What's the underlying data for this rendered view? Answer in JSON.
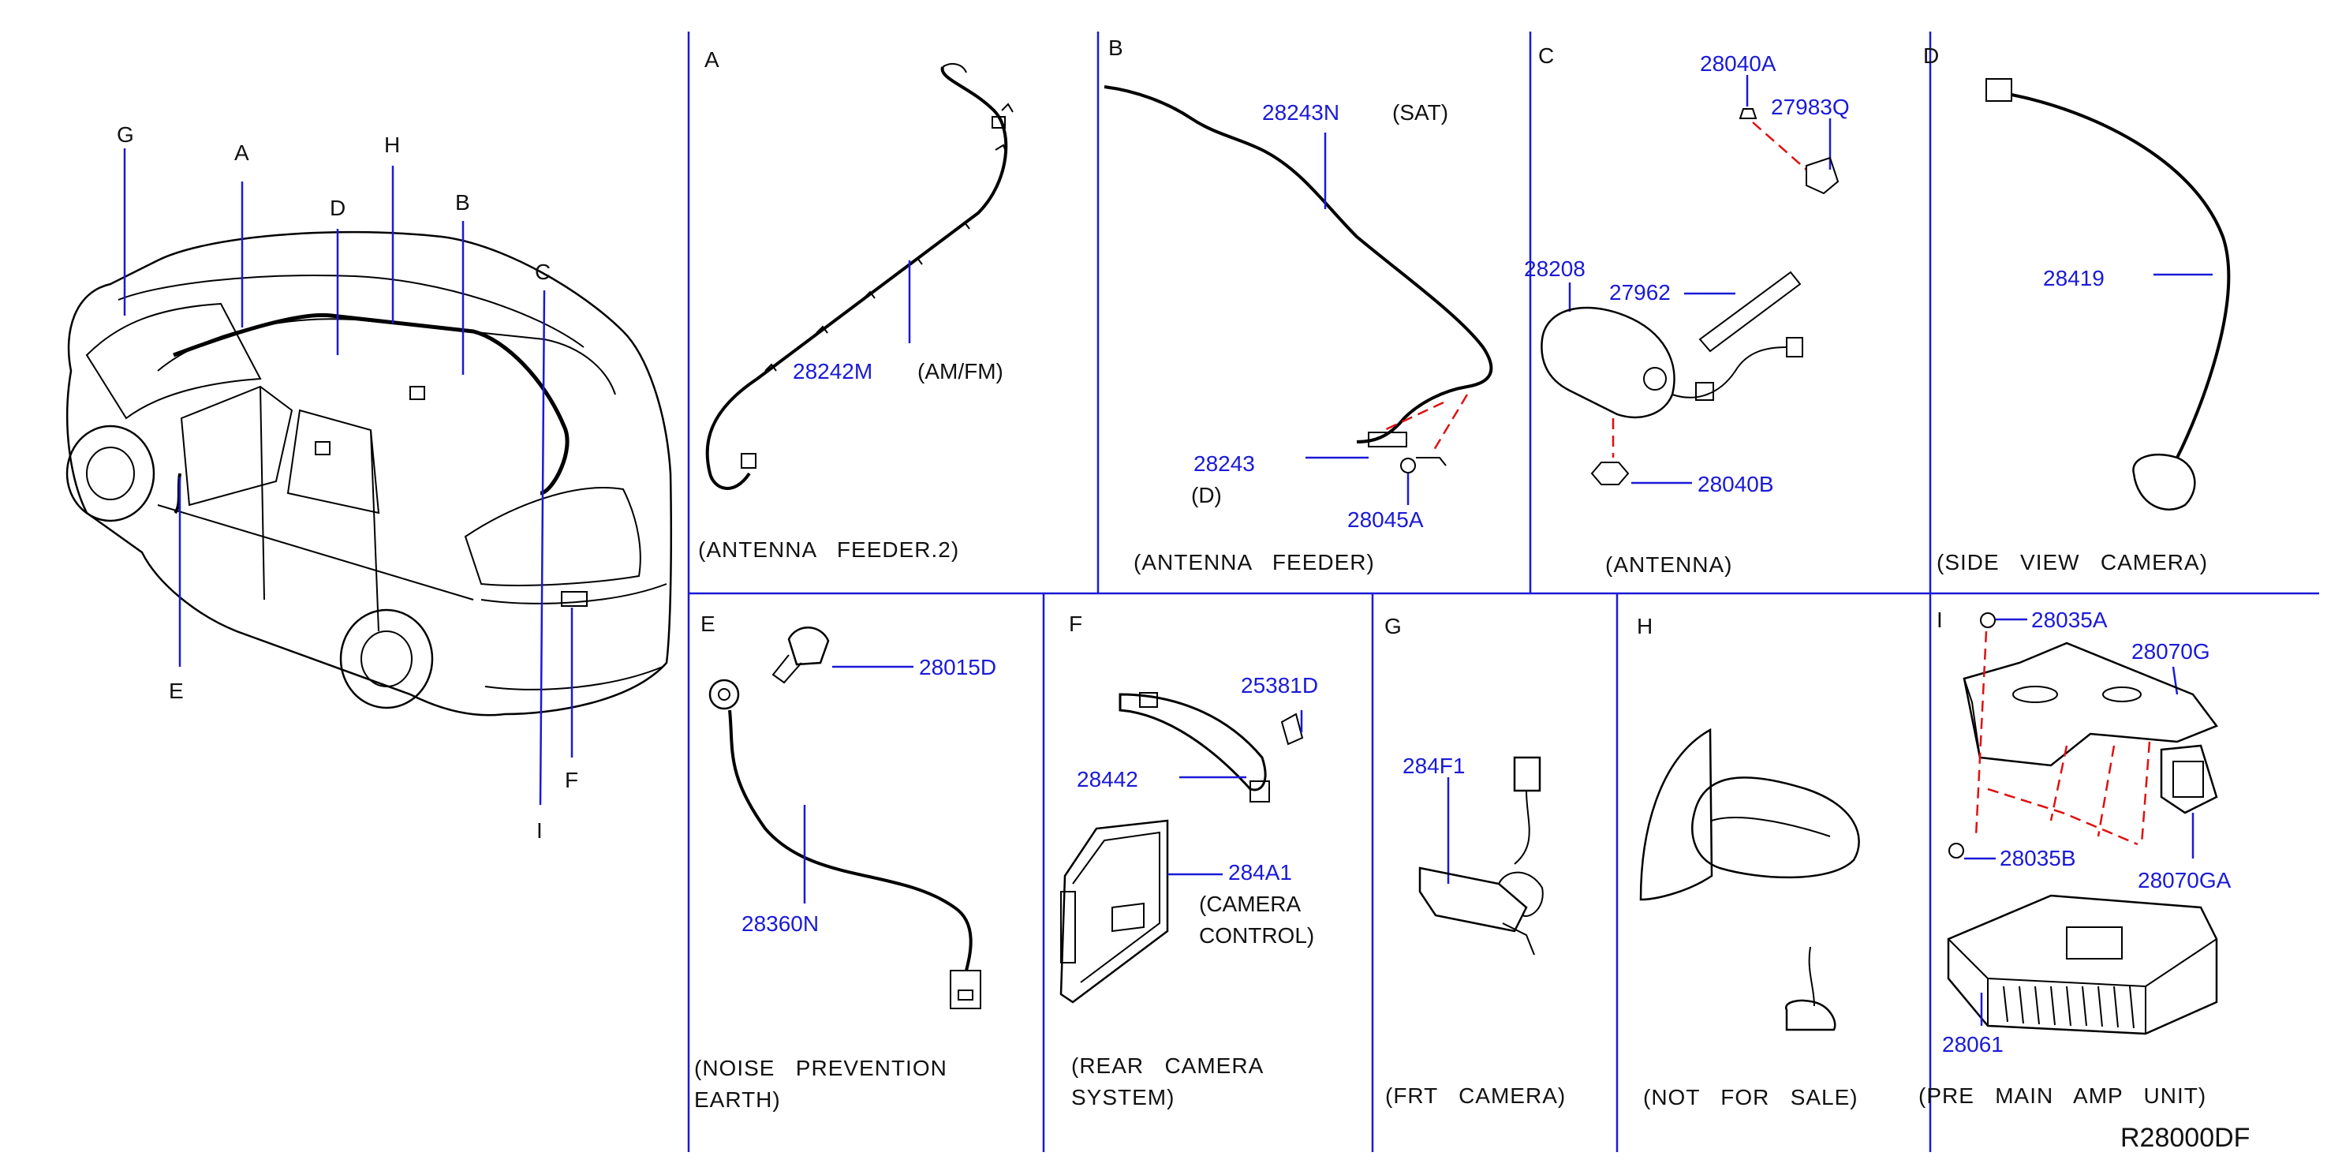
{
  "overview": {
    "callouts": [
      "G",
      "A",
      "D",
      "H",
      "B",
      "C",
      "E",
      "F",
      "I"
    ]
  },
  "panels": {
    "A": {
      "letter": "A",
      "parts": [
        "28242M"
      ],
      "notes": [
        "(AM/FM)"
      ],
      "caption": [
        "(ANTENNA   FEEDER.2)"
      ]
    },
    "B": {
      "letter": "B",
      "parts": [
        "28243N",
        "28243",
        "28045A"
      ],
      "notes": [
        "(SAT)",
        "(D)"
      ],
      "caption": [
        "(ANTENNA   FEEDER)"
      ]
    },
    "C": {
      "letter": "C",
      "parts": [
        "28040A",
        "27983Q",
        "28208",
        "27962",
        "28040B"
      ],
      "caption": [
        "(ANTENNA)"
      ]
    },
    "D": {
      "letter": "D",
      "parts": [
        "28419"
      ],
      "caption": [
        "(SIDE   VIEW   CAMERA)"
      ]
    },
    "E": {
      "letter": "E",
      "parts": [
        "28015D",
        "28360N"
      ],
      "caption": [
        "(NOISE   PREVENTION",
        "EARTH)"
      ]
    },
    "F": {
      "letter": "F",
      "parts": [
        "25381D",
        "28442",
        "284A1"
      ],
      "notes": [
        "(CAMERA",
        "CONTROL)"
      ],
      "caption": [
        "(REAR   CAMERA",
        "SYSTEM)"
      ]
    },
    "G": {
      "letter": "G",
      "parts": [
        "284F1"
      ],
      "caption": [
        "(FRT   CAMERA)"
      ]
    },
    "H": {
      "letter": "H",
      "caption": [
        "(NOT   FOR   SALE)"
      ]
    },
    "I": {
      "letter": "I",
      "parts": [
        "28035A",
        "28070G",
        "28035B",
        "28070GA",
        "28061"
      ],
      "caption": [
        "(PRE   MAIN   AMP   UNIT)"
      ]
    }
  },
  "diagram_code": "R28000DF",
  "colors": {
    "part_number": "#1a1ad8",
    "divider": "#1a1ad8",
    "guide_line": "#e01010",
    "text": "#111111"
  }
}
